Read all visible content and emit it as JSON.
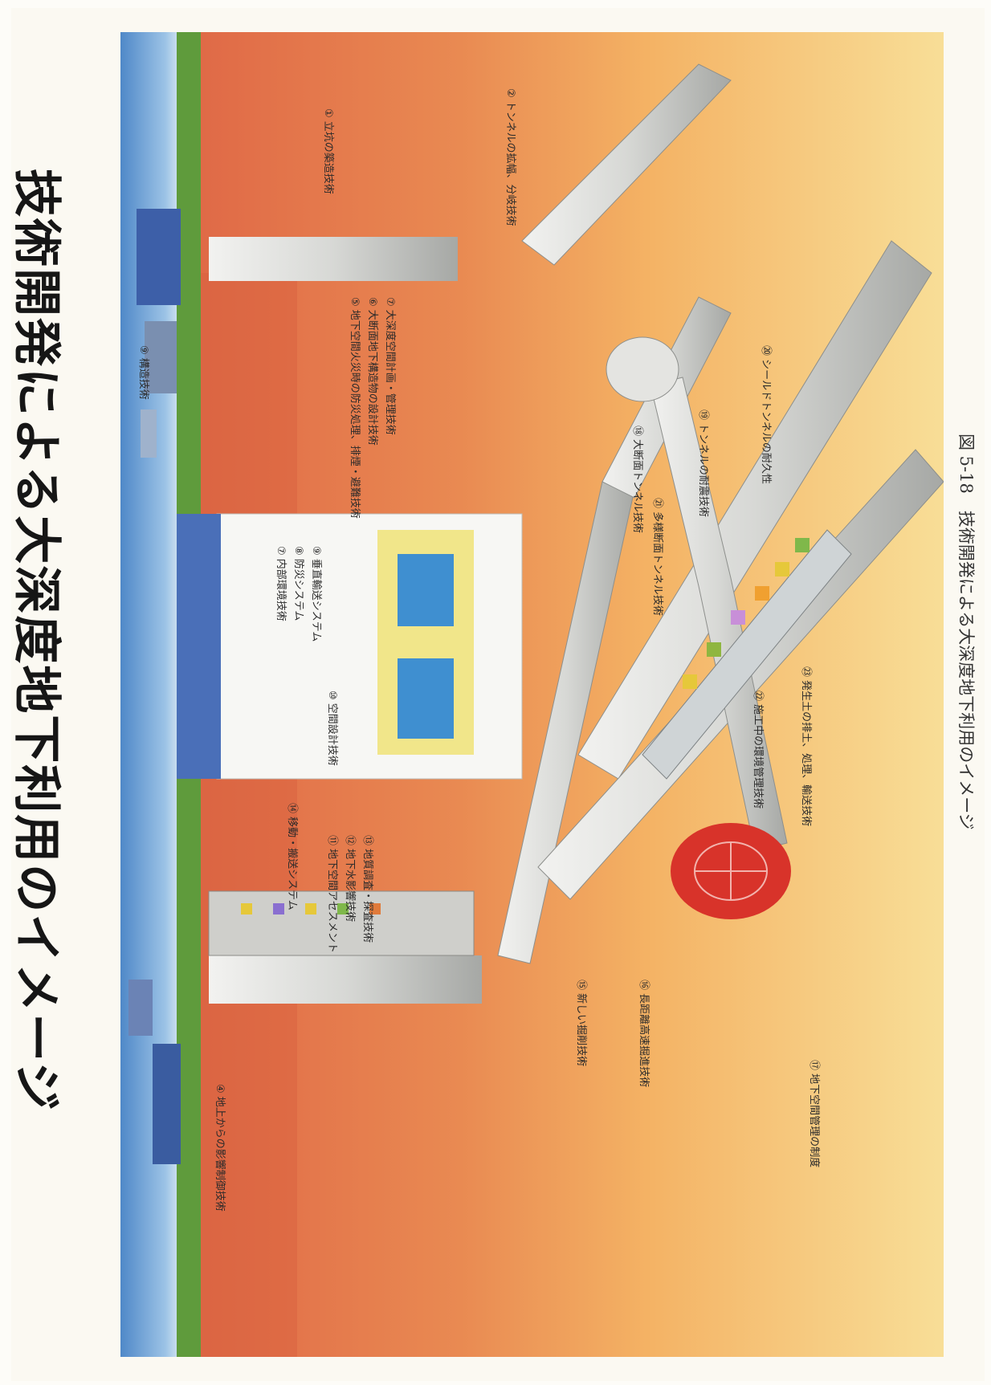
{
  "title": "技術開発による大深度地下利用のイメージ",
  "caption": "図 5-18　技術開発による大深度地下利用のイメージ",
  "labels": {
    "l1": "① 立坑の築造技術",
    "l2": "② トンネルの拡幅、分岐技術",
    "l3": "⑤ 地下空間火災時の防災処理、排煙・避難技術",
    "l4": "⑥ 大断面地下構造物の設計技術",
    "l5": "⑦ 大深度空間計画・管理技術",
    "l6": "⑦ 内部環境技術",
    "l7": "⑧ 防災システム",
    "l8": "⑨ 垂直輸送システム",
    "l9": "⑩ 空間設計技術",
    "l10": "⑪ 地下空間アセスメント",
    "l11": "⑫ 地下水影響技術",
    "l12": "⑬ 地質調査・探査技術",
    "l13": "⑭ 移動・搬送システム",
    "l14": "⑮ 新しい掘削技術",
    "l15": "⑯ 長距離高速掘進技術",
    "l16": "⑰ 地下空間管理の制度",
    "l17": "④ 地上からの影響制御技術",
    "l18": "⑱ 大断面トンネル技術",
    "l19": "⑲ トンネルの耐震技術",
    "l20": "⑳ シールドトンネルの耐久性",
    "l21": "㉑ 多様断面トンネル技術",
    "l22": "㉒ 施工中の環境管理技術",
    "l23": "㉓ 発生土の排土、処理、輸送技術",
    "l24": "⑨ 構造技術"
  },
  "colors": {
    "sky": "#6fa3d8",
    "soil_red": "#e0764e",
    "soil_orange": "#f2a25d",
    "soil_yellow": "#f7d88a",
    "tunnel": "#d9d9d6",
    "tunnel_shadow": "#a9aaa8",
    "grass": "#5f9b3c",
    "tbm_red": "#d8332a"
  }
}
